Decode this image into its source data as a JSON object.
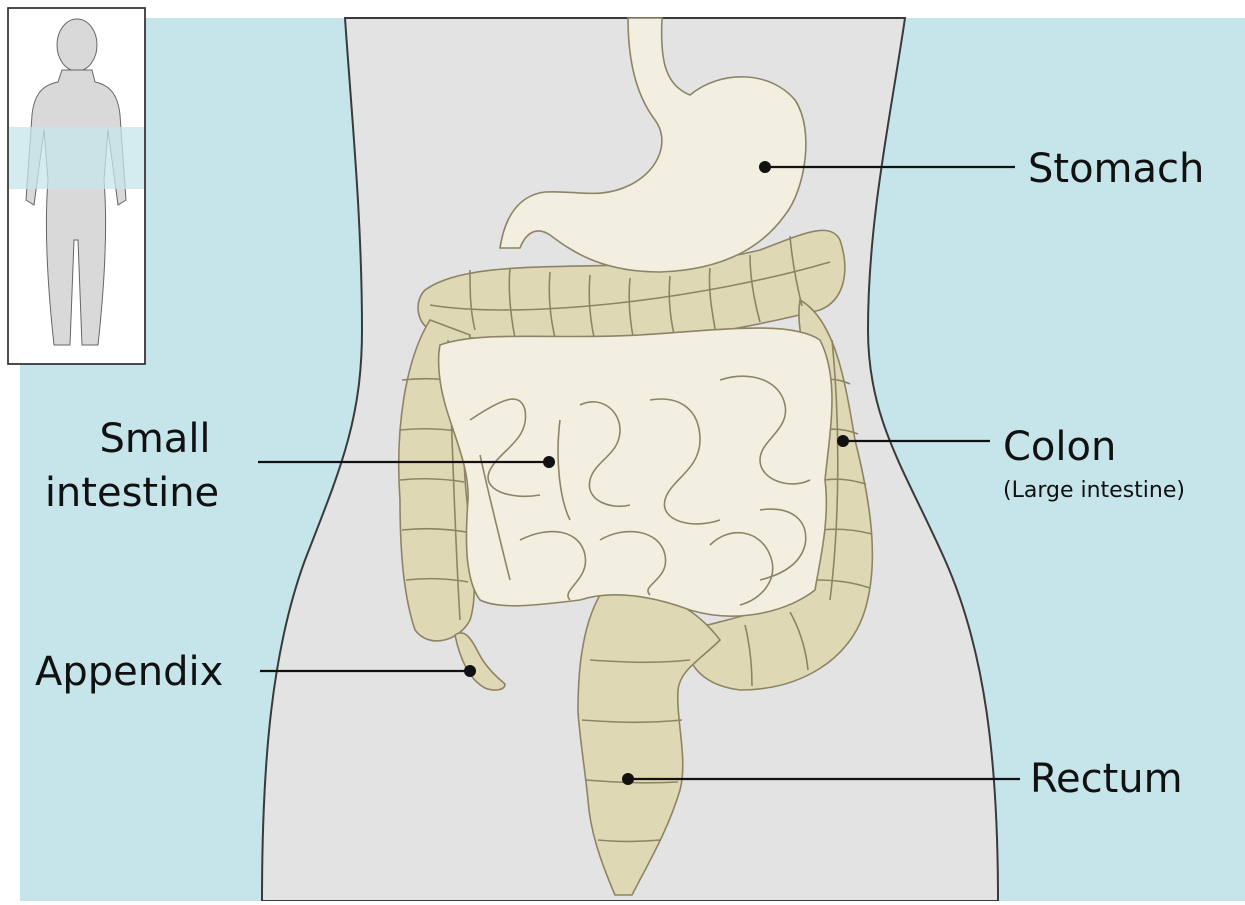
{
  "labels": {
    "stomach": "Stomach",
    "small_intestine_line1": "Small",
    "small_intestine_line2": "intestine",
    "colon": "Colon",
    "colon_sub": "(Large intestine)",
    "appendix": "Appendix",
    "rectum": "Rectum"
  },
  "colors": {
    "background": "#c5e5ea",
    "body": "#e3e3e3",
    "body_outline": "#3a3a3a",
    "stomach_fill": "#f2efe0",
    "small_intestine_fill": "#f2efe0",
    "large_intestine_fill": "#dfd8b4",
    "organ_outline": "#8d8466",
    "label_text": "#111111",
    "inset_highlight": "#c5e5ea"
  },
  "icons": {
    "inset": "human-body-silhouette-icon"
  }
}
